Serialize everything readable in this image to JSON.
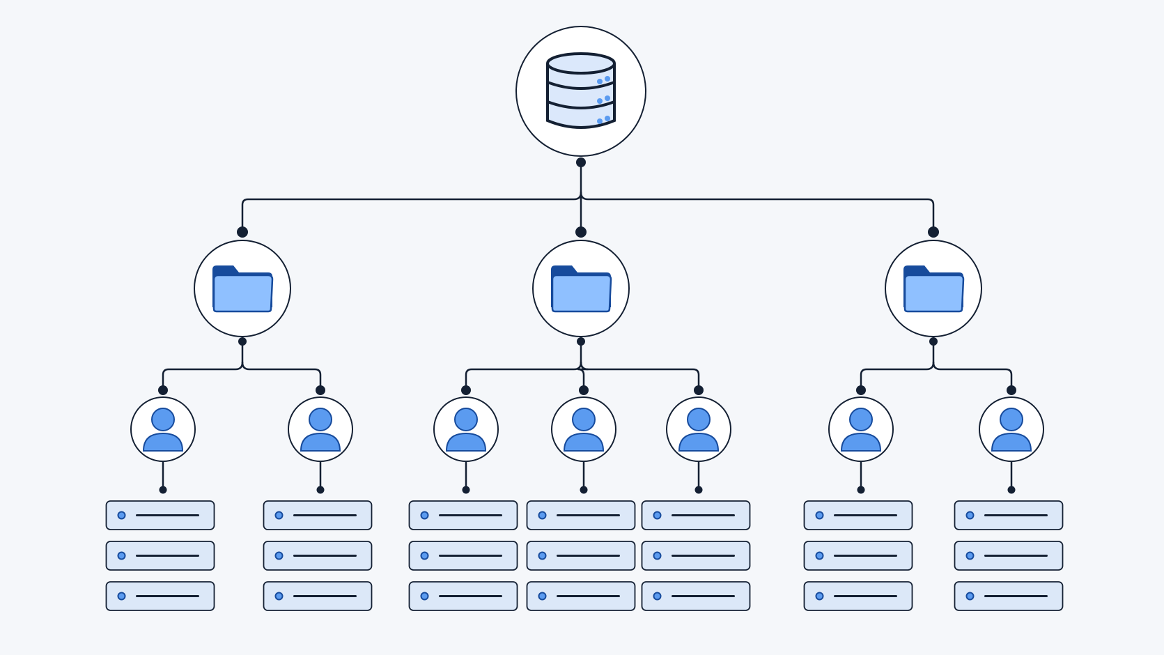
{
  "colors": {
    "background": "#f5f7fa",
    "line": "#142033",
    "node_fill": "#ffffff",
    "icon_light": "#dbe8fb",
    "icon_mid": "#8fc0ff",
    "icon_blue": "#5b9bf0",
    "icon_dark": "#174b9c",
    "record_fill": "#dce8f8"
  },
  "root": {
    "icon": "database-icon",
    "groups": [
      {
        "icon": "folder-icon",
        "users": [
          {
            "icon": "user-icon",
            "records": 3
          },
          {
            "icon": "user-icon",
            "records": 3
          }
        ]
      },
      {
        "icon": "folder-icon",
        "users": [
          {
            "icon": "user-icon",
            "records": 3
          },
          {
            "icon": "user-icon",
            "records": 3
          },
          {
            "icon": "user-icon",
            "records": 3
          }
        ]
      },
      {
        "icon": "folder-icon",
        "users": [
          {
            "icon": "user-icon",
            "records": 3
          },
          {
            "icon": "user-icon",
            "records": 3
          }
        ]
      }
    ]
  }
}
